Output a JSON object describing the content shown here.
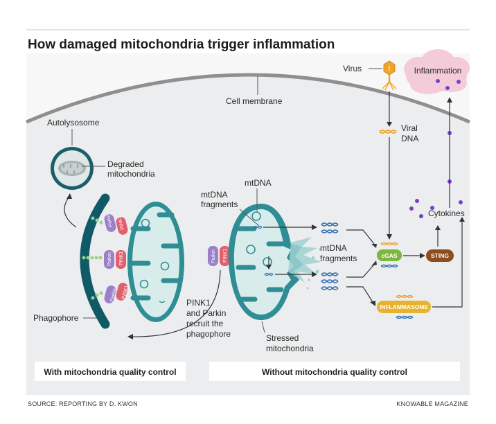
{
  "title": "How damaged mitochondria trigger inflammation",
  "labels": {
    "virus": "Virus",
    "inflammation": "Inflammation",
    "cell_membrane": "Cell membrane",
    "autolysosome": "Autolysosome",
    "degraded_1": "Degraded",
    "degraded_2": "mitochondria",
    "viral_dna_1": "Viral",
    "viral_dna_2": "DNA",
    "mtdna": "mtDNA",
    "mtdna_fragments_1": "mtDNA",
    "mtdna_fragments_2": "fragments",
    "mtdna_fragments_b1": "mtDNA",
    "mtdna_fragments_b2": "fragments",
    "cytokines": "Cytokines",
    "cgas": "cGAS",
    "sting": "STING",
    "inflammasome": "INFLAMMASOME",
    "pink1_1": "PINK1",
    "pink1_2": "and Parkin",
    "pink1_3": "recruit the",
    "pink1_4": "phagophore",
    "stressed_1": "Stressed",
    "stressed_2": "mitochondria",
    "phagophore": "Phagophore",
    "parkin": "Parkin",
    "pink1_tag": "PINK1"
  },
  "panels": {
    "left": "With mitochondria quality control",
    "right": "Without mitochondria quality control"
  },
  "footer": {
    "source": "SOURCE: REPORTING BY D. KWON",
    "brand": "KNOWABLE MAGAZINE"
  },
  "colors": {
    "background": "#e9ebec",
    "membrane": "#8a8a8a",
    "mitochondria_outer": "#2f8d94",
    "mitochondria_inner": "#d8ecec",
    "phagophore": "#0f5a66",
    "parkin": "#9b7fc9",
    "pink1": "#e1606e",
    "cgas": "#7cb83f",
    "sting": "#8a4e20",
    "inflammasome": "#e7b22c",
    "cytokine": "#7a3fc4",
    "cloud": "#f2c9d6"
  }
}
